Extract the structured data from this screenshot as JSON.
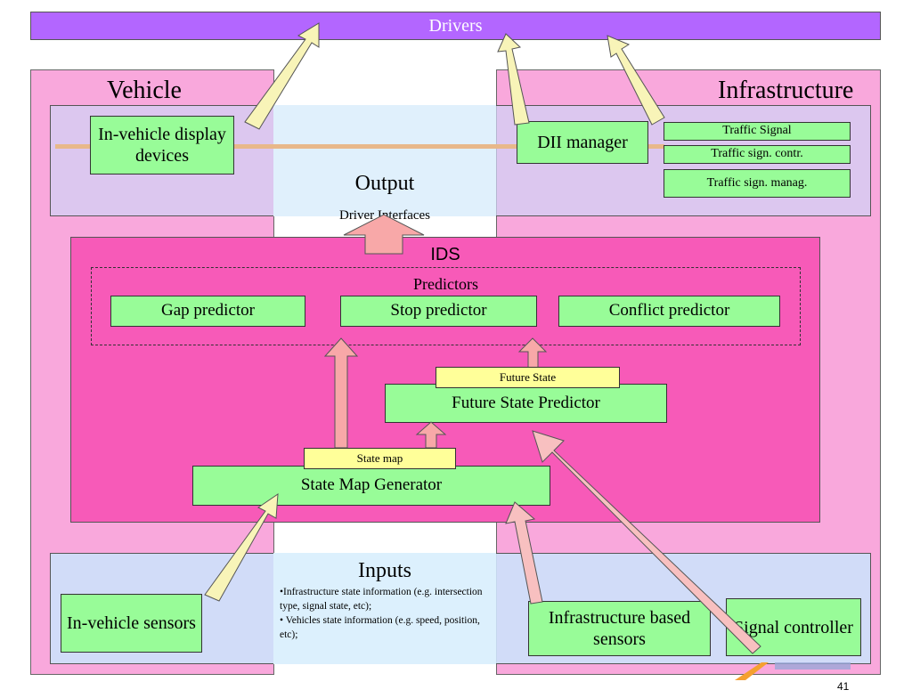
{
  "drivers_bar": {
    "label": "Drivers",
    "color": "#b366ff"
  },
  "vehicle": {
    "title": "Vehicle",
    "color": "#f9a8dc"
  },
  "infrastructure": {
    "title": "Infrastructure",
    "color": "#f9a8dc"
  },
  "output": {
    "title": "Output",
    "subtitle": "Driver Interfaces"
  },
  "in_vehicle_display": {
    "label": "In-vehicle display devices"
  },
  "dii_manager": {
    "label": "DII manager"
  },
  "traffic_boxes": [
    "Traffic Signal",
    "Traffic sign. contr.",
    "Traffic sign. manag."
  ],
  "ids": {
    "title": "IDS",
    "color": "#f75ab8"
  },
  "predictors": {
    "title": "Predictors",
    "items": [
      "Gap predictor",
      "Stop predictor",
      "Conflict predictor"
    ]
  },
  "future_state": {
    "tag": "Future State",
    "label": "Future State Predictor"
  },
  "state_map": {
    "tag": "State map",
    "label": "State Map Generator"
  },
  "inputs": {
    "title": "Inputs",
    "bullet1": "•Infrastructure state information (e.g. intersection type, signal state, etc);",
    "bullet2": "• Vehicles state information (e.g. speed, position, etc);"
  },
  "in_vehicle_sensors": {
    "label": "In-vehicle sensors"
  },
  "infra_sensors": {
    "label": "Infrastructure based sensors"
  },
  "signal_controller": {
    "label": "Signal controller"
  },
  "page_number": "41",
  "colors": {
    "box_green": "#98fc98",
    "tag_yellow": "#ffff99",
    "arrow_fill": "#f8a8a8",
    "arrow_light": "#f8f4b8"
  }
}
